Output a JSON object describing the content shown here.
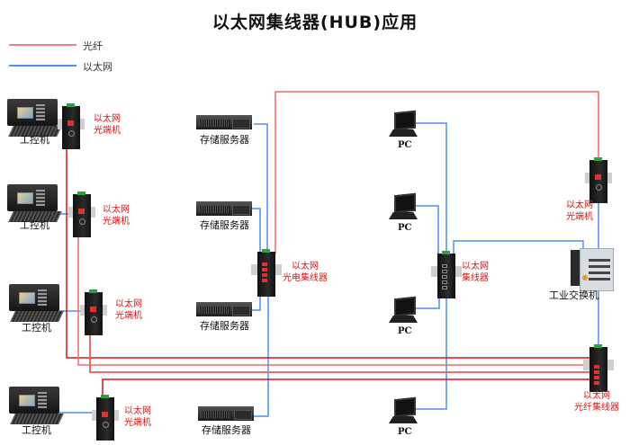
{
  "title": "以太网集线器(HUB)应用",
  "legend": [
    {
      "label": "光纤",
      "color": "#f08080"
    },
    {
      "label": "以太网",
      "color": "#1a6fe0"
    }
  ],
  "colors": {
    "fiber": "#f06a6a",
    "fiber_dark": "#dd1111",
    "ethernet": "#4d8fe8",
    "label_red": "#e01010"
  },
  "devices": {
    "ipc": [
      {
        "label": "工控机"
      },
      {
        "label": "工控机"
      },
      {
        "label": "工控机"
      },
      {
        "label": "工控机"
      }
    ],
    "converters_left": [
      {
        "line1": "以太网",
        "line2": "光端机"
      },
      {
        "line1": "以太网",
        "line2": "光端机"
      },
      {
        "line1": "以太网",
        "line2": "光端机"
      },
      {
        "line1": "以太网",
        "line2": "光端机"
      }
    ],
    "servers": [
      {
        "label": "存储服务器"
      },
      {
        "label": "存储服务器"
      },
      {
        "label": "存储服务器"
      },
      {
        "label": "存储服务器"
      }
    ],
    "oe_hub": {
      "line1": "以太网",
      "line2": "光电集线器"
    },
    "pcs": [
      {
        "label": "PC"
      },
      {
        "label": "PC"
      },
      {
        "label": "PC"
      },
      {
        "label": "PC"
      }
    ],
    "eth_hub": {
      "line1": "以太网",
      "line2": "集线器"
    },
    "converter_right": {
      "line1": "以太网",
      "line2": "光端机"
    },
    "industrial_switch": {
      "label": "工业交换机"
    },
    "fiber_hub": {
      "line1": "以太网",
      "line2": "光纤集线器"
    }
  }
}
